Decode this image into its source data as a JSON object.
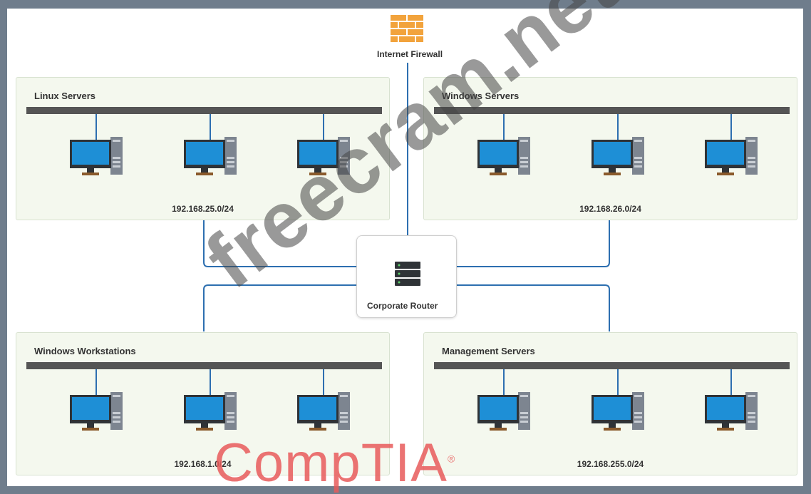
{
  "firewall": {
    "label": "Internet Firewall",
    "icon": "firewall-icon"
  },
  "router": {
    "label": "Corporate Router",
    "icon": "router-icon"
  },
  "segments": [
    {
      "title": "Linux Servers",
      "subnet": "192.168.25.0/24"
    },
    {
      "title": "Windows Servers",
      "subnet": "192.168.26.0/24"
    },
    {
      "title": "Windows Workstations",
      "subnet": "192.168.1.0/24"
    },
    {
      "title": "Management Servers",
      "subnet": "192.168.255.0/24"
    }
  ],
  "hosts_per_segment": 3,
  "colors": {
    "link": "#2d6fb0",
    "monitor": "#1e8fd6",
    "bus": "#555555",
    "firewall": "#f2a33c",
    "panel": "#f4f8ee"
  },
  "watermark": {
    "text": "freecram.net",
    "logo": "CompTIA"
  }
}
